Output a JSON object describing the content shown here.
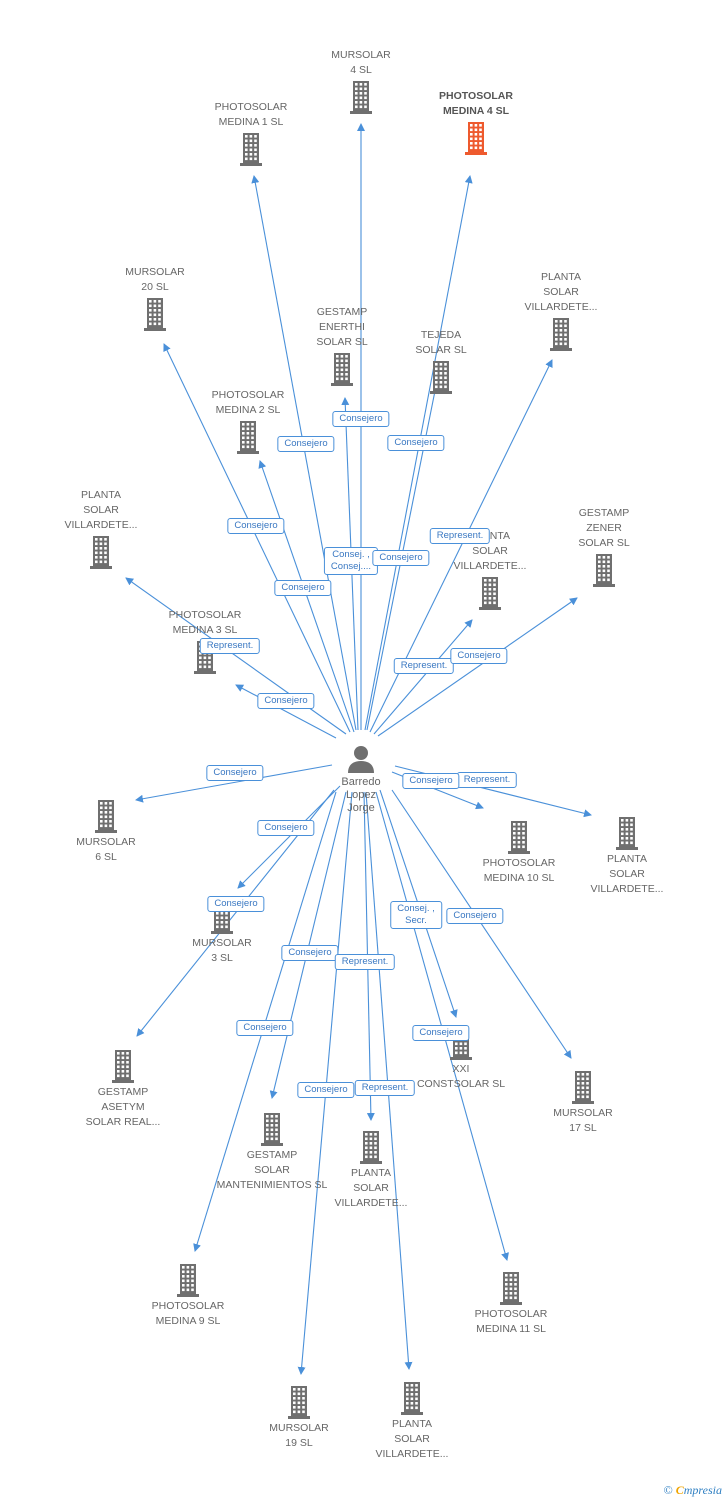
{
  "person": {
    "label": "Barredo\nLopez\nJorge",
    "icon": "person-icon"
  },
  "colors": {
    "main_company": "#ee5a2e",
    "company": "#6f6f6f",
    "edge": "#4a90d9",
    "tag_text": "#3a78c2"
  },
  "companies": [
    {
      "id": "mursolar-4",
      "label": "MURSOLAR\n4 SL"
    },
    {
      "id": "photosolar-medina-4",
      "label": "PHOTOSOLAR\nMEDINA 4 SL",
      "main": true
    },
    {
      "id": "photosolar-medina-1",
      "label": "PHOTOSOLAR\nMEDINA 1 SL"
    },
    {
      "id": "mursolar-20",
      "label": "MURSOLAR\n20 SL"
    },
    {
      "id": "planta-solar-villardete-a",
      "label": "PLANTA\nSOLAR\nVILLARDETE..."
    },
    {
      "id": "gestamp-enerthi",
      "label": "GESTAMP\nENERTHI\nSOLAR SL"
    },
    {
      "id": "tejeda-solar",
      "label": "TEJEDA\nSOLAR  SL"
    },
    {
      "id": "photosolar-medina-2",
      "label": "PHOTOSOLAR\nMEDINA 2 SL"
    },
    {
      "id": "planta-solar-villardete-b",
      "label": "PLANTA\nSOLAR\nVILLARDETE..."
    },
    {
      "id": "gestamp-zener",
      "label": "GESTAMP\nZENER\nSOLAR SL"
    },
    {
      "id": "planta-solar-villardete-c",
      "label": "PLANTA\nSOLAR\nVILLARDETE..."
    },
    {
      "id": "photosolar-medina-3",
      "label": "PHOTOSOLAR\nMEDINA 3 SL"
    },
    {
      "id": "mursolar-6",
      "label": "MURSOLAR\n6 SL"
    },
    {
      "id": "photosolar-medina-10",
      "label": "PHOTOSOLAR\nMEDINA 10 SL"
    },
    {
      "id": "planta-solar-villardete-d",
      "label": "PLANTA\nSOLAR\nVILLARDETE..."
    },
    {
      "id": "mursolar-3",
      "label": "MURSOLAR\n3 SL"
    },
    {
      "id": "xxi-constsolar",
      "label": "XXI\nCONSTSOLAR SL"
    },
    {
      "id": "gestamp-asetym",
      "label": "GESTAMP\nASETYM\nSOLAR REAL..."
    },
    {
      "id": "mursolar-17",
      "label": "MURSOLAR\n17 SL"
    },
    {
      "id": "gestamp-solar-mantenimientos",
      "label": "GESTAMP\nSOLAR\nMANTENIMIENTOS SL"
    },
    {
      "id": "planta-solar-villardete-e",
      "label": "PLANTA\nSOLAR\nVILLARDETE..."
    },
    {
      "id": "photosolar-medina-9",
      "label": "PHOTOSOLAR\nMEDINA 9 SL"
    },
    {
      "id": "photosolar-medina-11",
      "label": "PHOTOSOLAR\nMEDINA 11 SL"
    },
    {
      "id": "mursolar-19",
      "label": "MURSOLAR\n19 SL"
    },
    {
      "id": "planta-solar-villardete-f",
      "label": "PLANTA\nSOLAR\nVILLARDETE..."
    }
  ],
  "roles": [
    {
      "id": "r1",
      "text": "Consejero"
    },
    {
      "id": "r2",
      "text": "Consejero"
    },
    {
      "id": "r3",
      "text": "Consejero"
    },
    {
      "id": "r4",
      "text": "Consejero"
    },
    {
      "id": "r5",
      "text": "Represent."
    },
    {
      "id": "r6",
      "text": "Consej. ,\nConsej...."
    },
    {
      "id": "r7",
      "text": "Consejero"
    },
    {
      "id": "r8",
      "text": "Consejero"
    },
    {
      "id": "r9",
      "text": "Represent."
    },
    {
      "id": "r10",
      "text": "Represent."
    },
    {
      "id": "r11",
      "text": "Consejero"
    },
    {
      "id": "r12",
      "text": "Consejero"
    },
    {
      "id": "r13",
      "text": "Consejero"
    },
    {
      "id": "r14",
      "text": "Represent."
    },
    {
      "id": "r15",
      "text": "Consejero"
    },
    {
      "id": "r16",
      "text": "Consejero"
    },
    {
      "id": "r17",
      "text": "Consejero"
    },
    {
      "id": "r18",
      "text": "Consej. ,\nSecr."
    },
    {
      "id": "r19",
      "text": "Consejero"
    },
    {
      "id": "r20",
      "text": "Consejero"
    },
    {
      "id": "r21",
      "text": "Represent."
    },
    {
      "id": "r22",
      "text": "Consejero"
    },
    {
      "id": "r23",
      "text": "Consejero"
    },
    {
      "id": "r24",
      "text": "Consejero"
    },
    {
      "id": "r25",
      "text": "Represent."
    }
  ],
  "footer": {
    "copyright": "©",
    "brand_initial": "C",
    "brand_rest": "mpresia"
  }
}
